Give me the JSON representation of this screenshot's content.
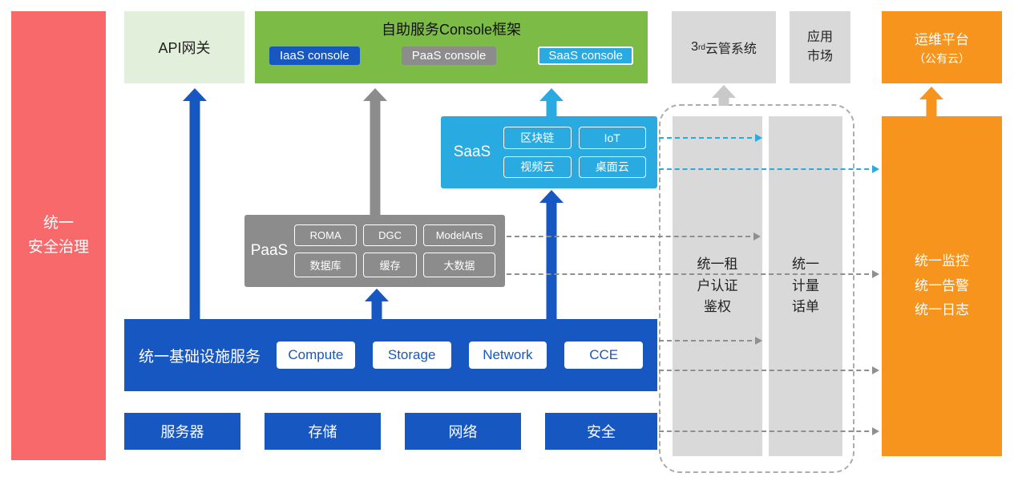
{
  "colors": {
    "blue": "#1757C2",
    "cyan": "#29ABE2",
    "gray": "#8C8C8C",
    "light_gray": "#D9D9D9",
    "green": "#7CBB45",
    "light_green": "#E2EFDA",
    "orange": "#F7941D",
    "red": "#F8696B"
  },
  "left_bar": {
    "label": "统一\n安全治理"
  },
  "top_row": {
    "api_gateway": "API网关",
    "console": {
      "title": "自助服务Console框架",
      "iaas": "IaaS console",
      "paas": "PaaS console",
      "saas": "SaaS console"
    },
    "third_cloud": {
      "num": "3",
      "sup": "rd",
      "rest": "云管系统"
    },
    "app_market": "应用\n市场",
    "om_platform": {
      "line1": "运维平台",
      "line2": "（公有云）"
    }
  },
  "saas_box": {
    "label": "SaaS",
    "items": [
      "区块链",
      "IoT",
      "视频云",
      "桌面云"
    ]
  },
  "paas_box": {
    "label": "PaaS",
    "items": [
      "ROMA",
      "DGC",
      "ModelArts",
      "数据库",
      "缓存",
      "大数据"
    ]
  },
  "iaas_box": {
    "label": "统一基础设施服务",
    "items": [
      "Compute",
      "Storage",
      "Network",
      "CCE"
    ]
  },
  "bottom_row": {
    "items": [
      "服务器",
      "存储",
      "网络",
      "安全"
    ]
  },
  "right_bars": {
    "auth": "统一租\n户认证\n鉴权",
    "billing": "统一\n计量\n话单",
    "monitor": "统一监控\n统一告警\n统一日志"
  }
}
